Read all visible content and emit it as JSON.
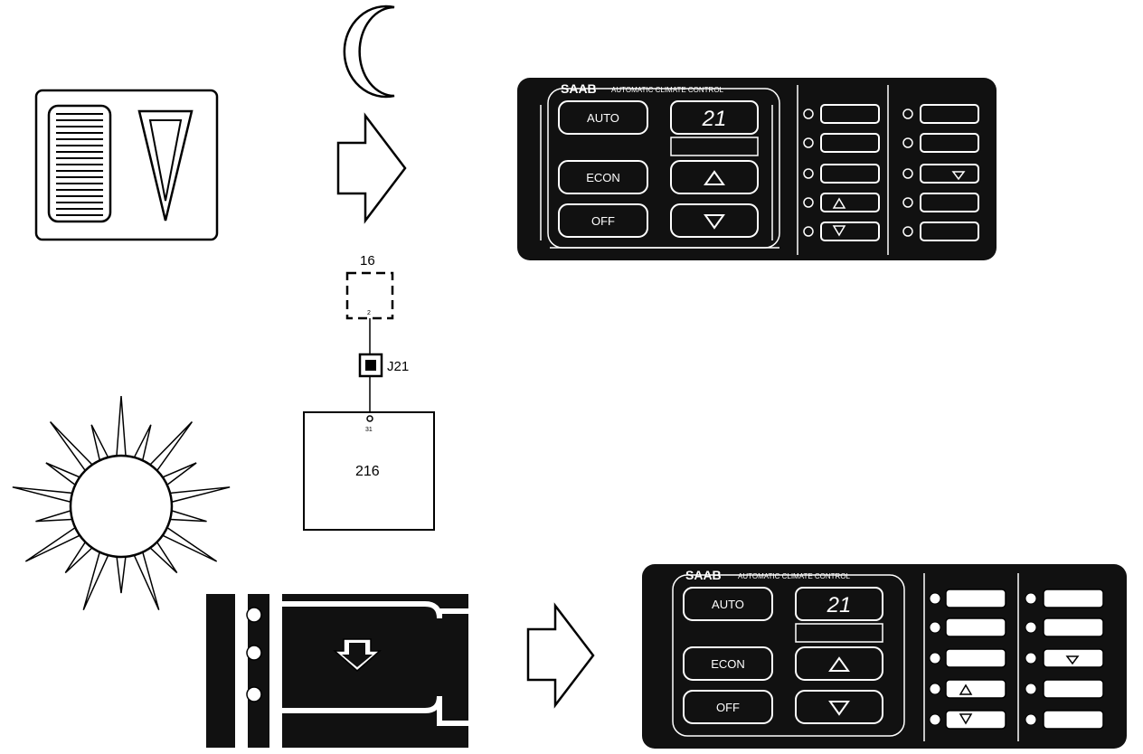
{
  "components": {
    "connector_number": "16",
    "connector_pin": "2",
    "junction_label": "J21",
    "module_pin": "31",
    "module_number": "216"
  },
  "panel": {
    "brand": "SAAB",
    "subtitle": "AUTOMATIC CLIMATE CONTROL",
    "display": "21",
    "auto_label": "AUTO",
    "econ_label": "ECON",
    "off_label": "OFF"
  },
  "icons": {
    "night": "crescent-moon-icon",
    "day": "sun-icon",
    "arrow": "right-arrow-icon",
    "sensor_night": "dimmer-control-icon",
    "sensor_day": "light-sensor-strip-icon"
  },
  "colors": {
    "panel_bg": "#111111",
    "line": "#000000",
    "background": "#ffffff"
  }
}
